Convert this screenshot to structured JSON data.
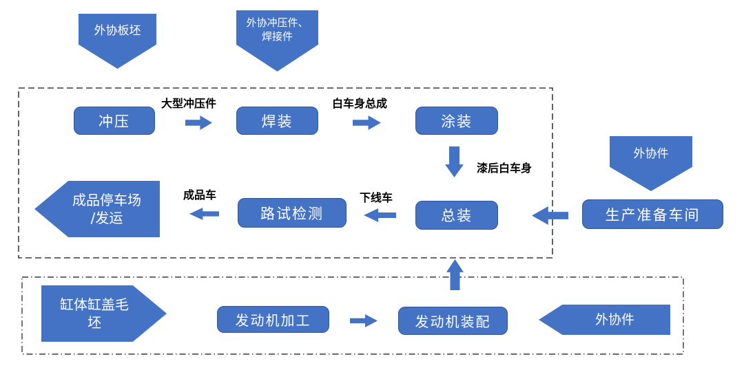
{
  "colors": {
    "shape_fill": "#4472C4",
    "shape_border": "#2F5597",
    "shape_text": "#FFFFFF",
    "label_text": "#000000",
    "boundary_stroke": "#3A3A3A",
    "background": "#FFFFFF"
  },
  "external_inputs": {
    "sheet_blank": "外协板坯",
    "stamped_welded_parts": {
      "line1": "外协冲压件、",
      "line2": "焊接件"
    },
    "purchased_parts_vehicle": "外协件",
    "purchased_parts_engine": "外协件",
    "engine_castings": {
      "line1": "缸体缸盖毛",
      "line2": "坯"
    }
  },
  "vehicle_line": {
    "stamping": "冲压",
    "welding": "焊装",
    "painting": "涂装",
    "assembly": "总装",
    "road_test": "路试检测",
    "prep_workshop": "生产准备车间",
    "parking": {
      "line1": "成品停车场",
      "line2": "/发运"
    }
  },
  "engine_line": {
    "machining": "发动机加工",
    "assembly": "发动机装配"
  },
  "flow_labels": {
    "large_stampings": "大型冲压件",
    "body_in_white": "白车身总成",
    "painted_body": "漆后白车身",
    "offline_car": "下线车",
    "finished_car": "成品车"
  }
}
